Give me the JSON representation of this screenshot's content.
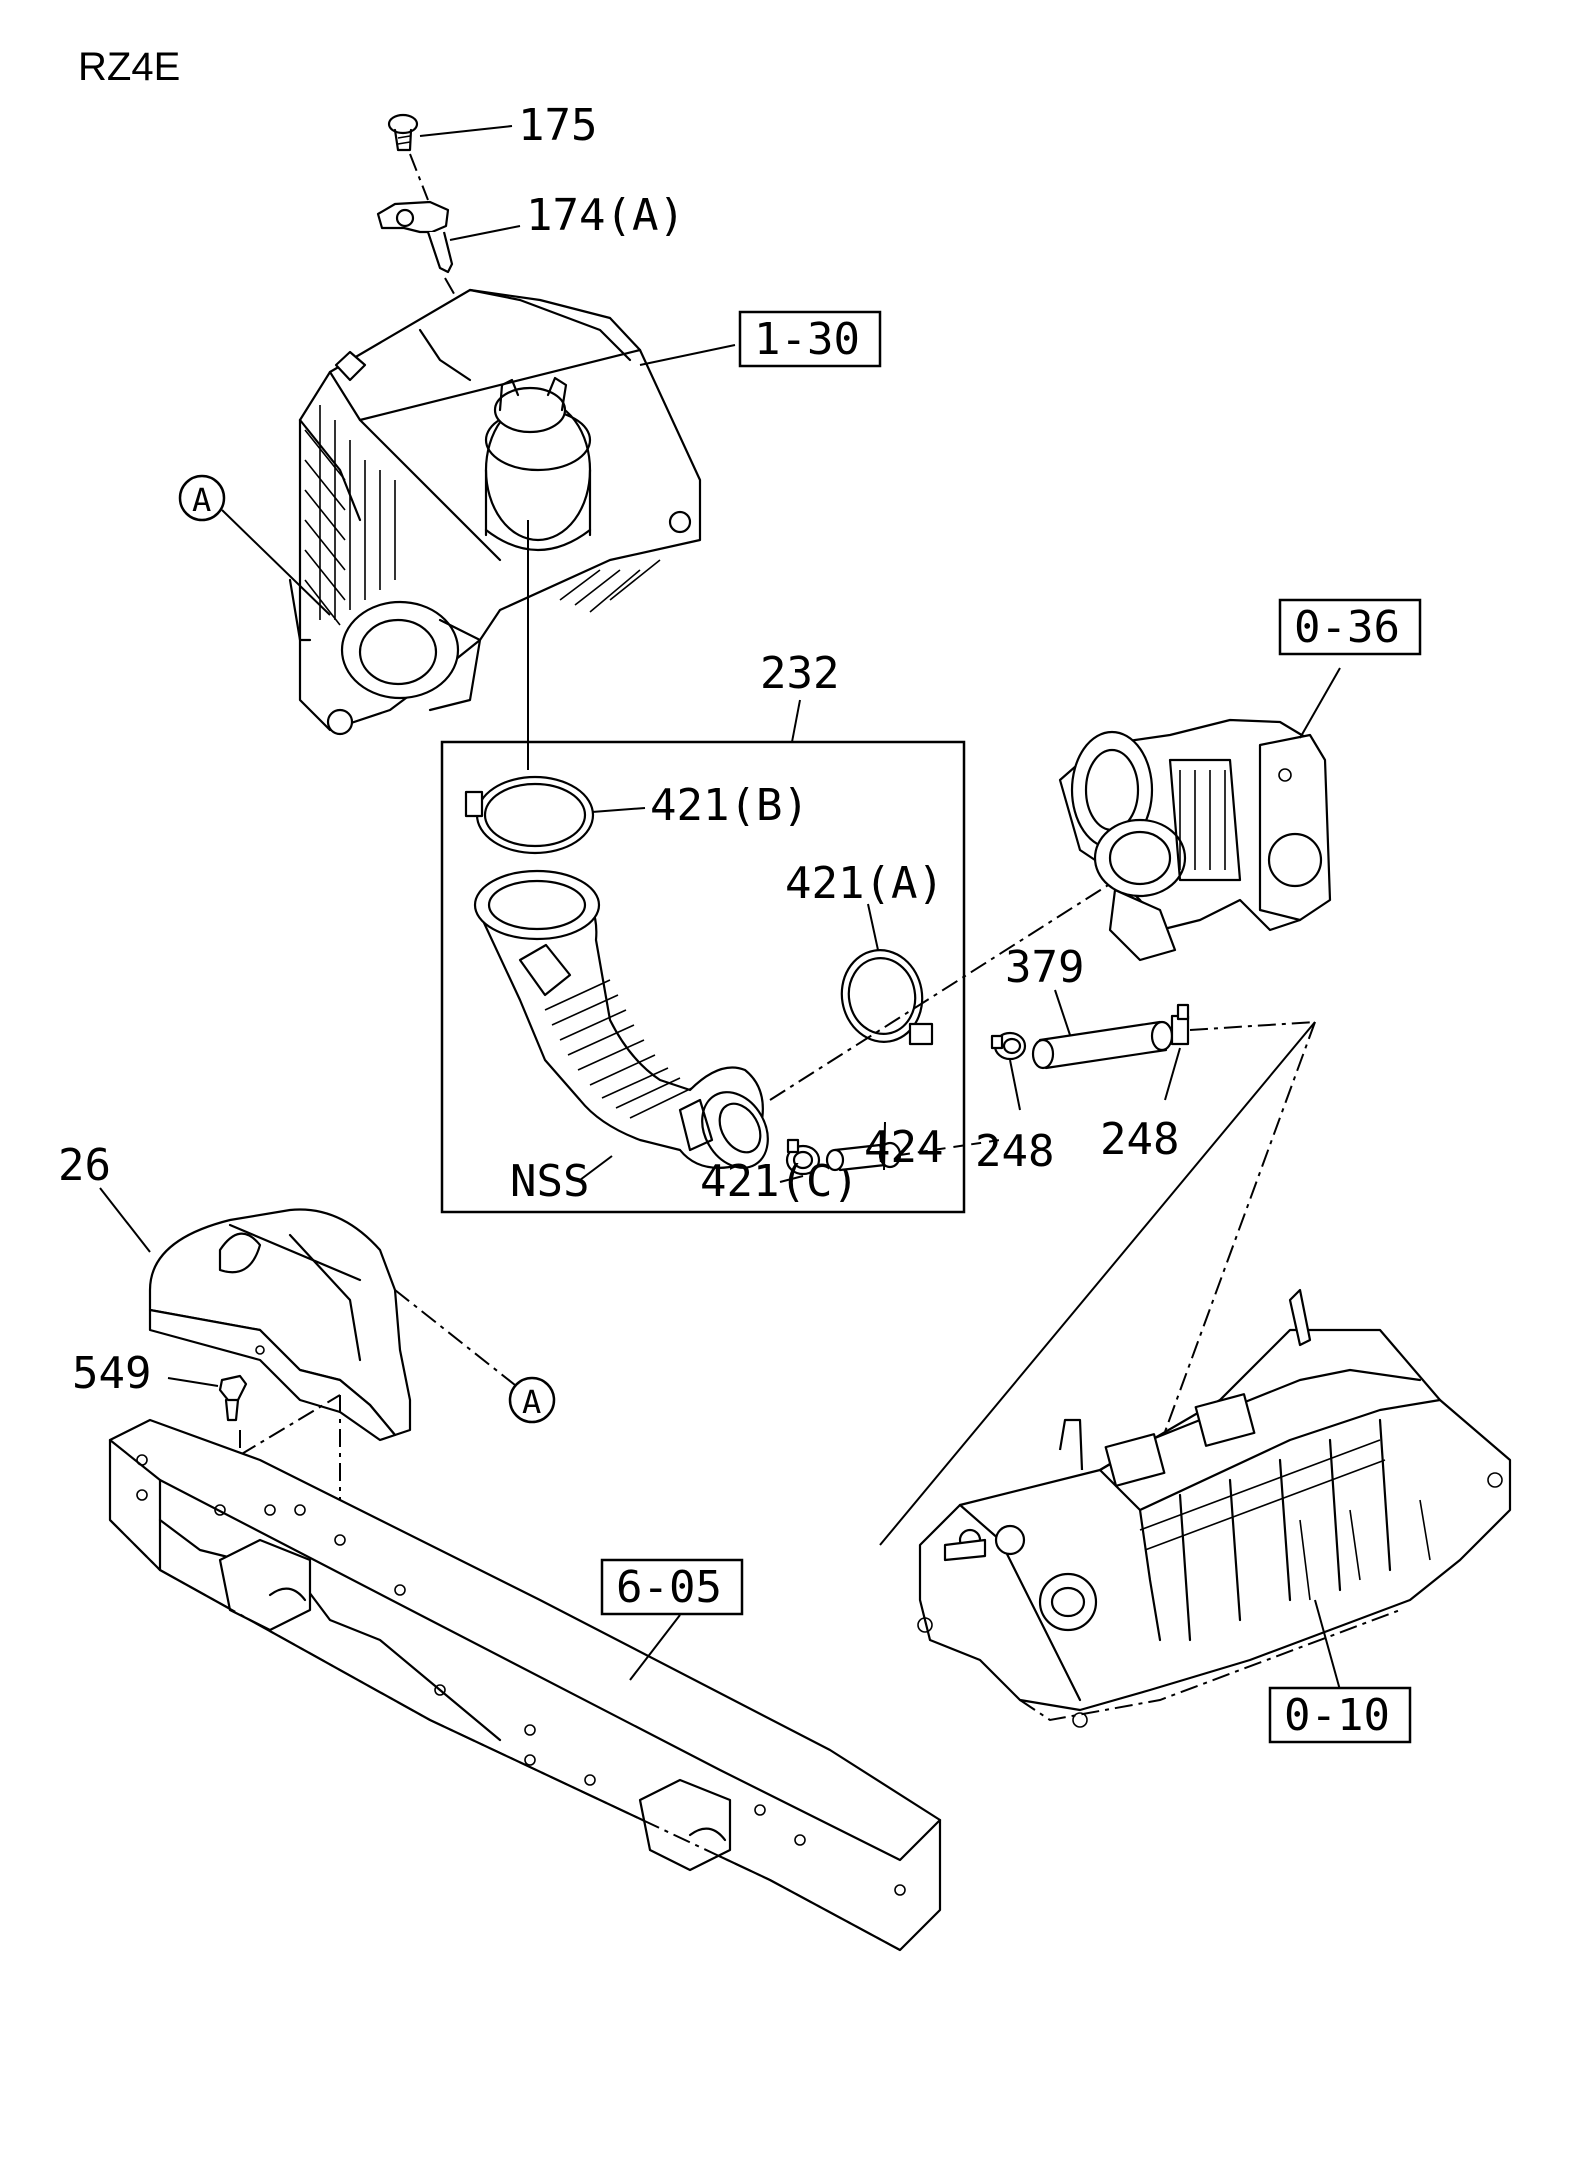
{
  "page_title": "RZ4E",
  "labels": {
    "p175": "175",
    "p174a": "174(A)",
    "p232": "232",
    "p421b": "421(B)",
    "p421a": "421(A)",
    "p421c": "421(C)",
    "p424": "424",
    "p248_left": "248",
    "p248_right": "248",
    "p379": "379",
    "nss": "NSS",
    "p26": "26",
    "p549": "549"
  },
  "refs": {
    "r130": "1-30",
    "r036": "0-36",
    "r605": "6-05",
    "r010": "0-10",
    "marker_a": "A"
  }
}
